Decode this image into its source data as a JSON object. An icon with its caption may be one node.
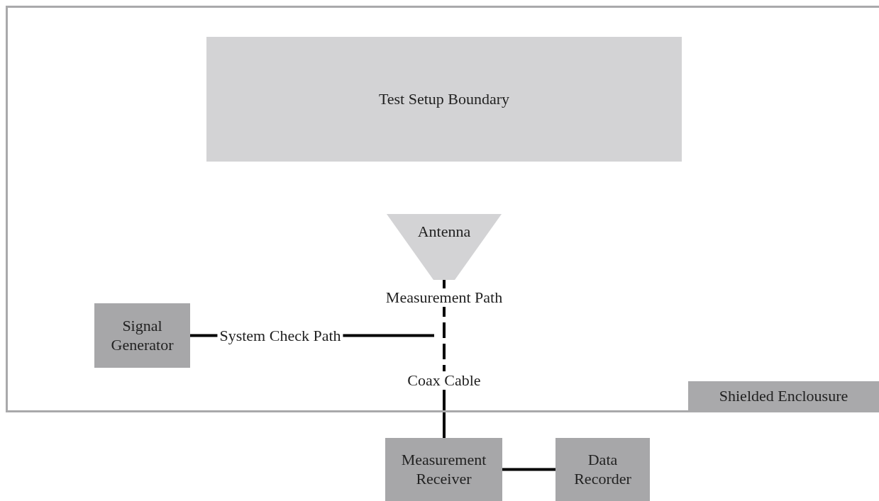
{
  "diagram": {
    "nodes": [
      {
        "text": [
          "Shielded Enclousure"
        ]
      },
      {
        "text": [
          "Test Setup Boundary"
        ],
        "in": 0
      },
      {
        "text": [
          "Antenna"
        ],
        "in": 0
      },
      {
        "text": [
          "Signal Generator"
        ],
        "in": 0
      },
      {
        "text": [
          "Measurement Receiver"
        ]
      },
      {
        "text": [
          "Data Recorder"
        ]
      }
    ],
    "edges": [
      {
        "from": 2,
        "to": 4,
        "arrow": "none",
        "label": "Measurement Path",
        "style": "dashed"
      },
      {
        "from": 3,
        "to": null,
        "arrow": "none",
        "label": "System Check Path"
      },
      {
        "from": 4,
        "to": 5,
        "arrow": "none"
      }
    ],
    "labels": [
      "Coax Cable"
    ]
  }
}
